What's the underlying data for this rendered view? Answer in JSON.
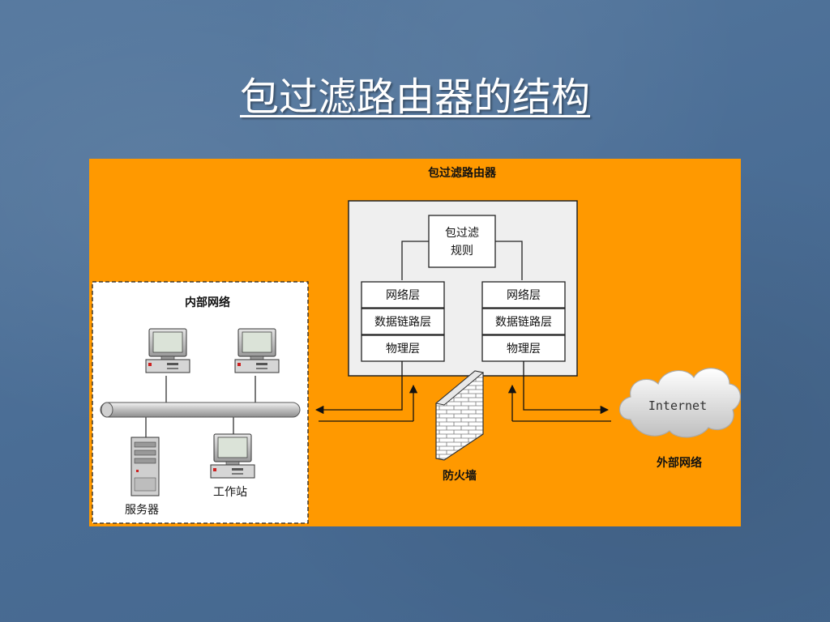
{
  "slide": {
    "title": "包过滤路由器的结构"
  },
  "diagram": {
    "router_label": "包过滤路由器",
    "filter_rules_line1": "包过滤",
    "filter_rules_line2": "规则",
    "left_stack": [
      "网络层",
      "数据链路层",
      "物理层"
    ],
    "right_stack": [
      "网络层",
      "数据链路层",
      "物理层"
    ],
    "internal_network_label": "内部网络",
    "server_label": "服务器",
    "workstation_label": "工作站",
    "firewall_label": "防火墙",
    "cloud_label": "Internet",
    "external_network_label": "外部网络",
    "colors": {
      "panel": "#ff9900",
      "router_box": "#efefef",
      "background": "#4b6f98"
    }
  }
}
